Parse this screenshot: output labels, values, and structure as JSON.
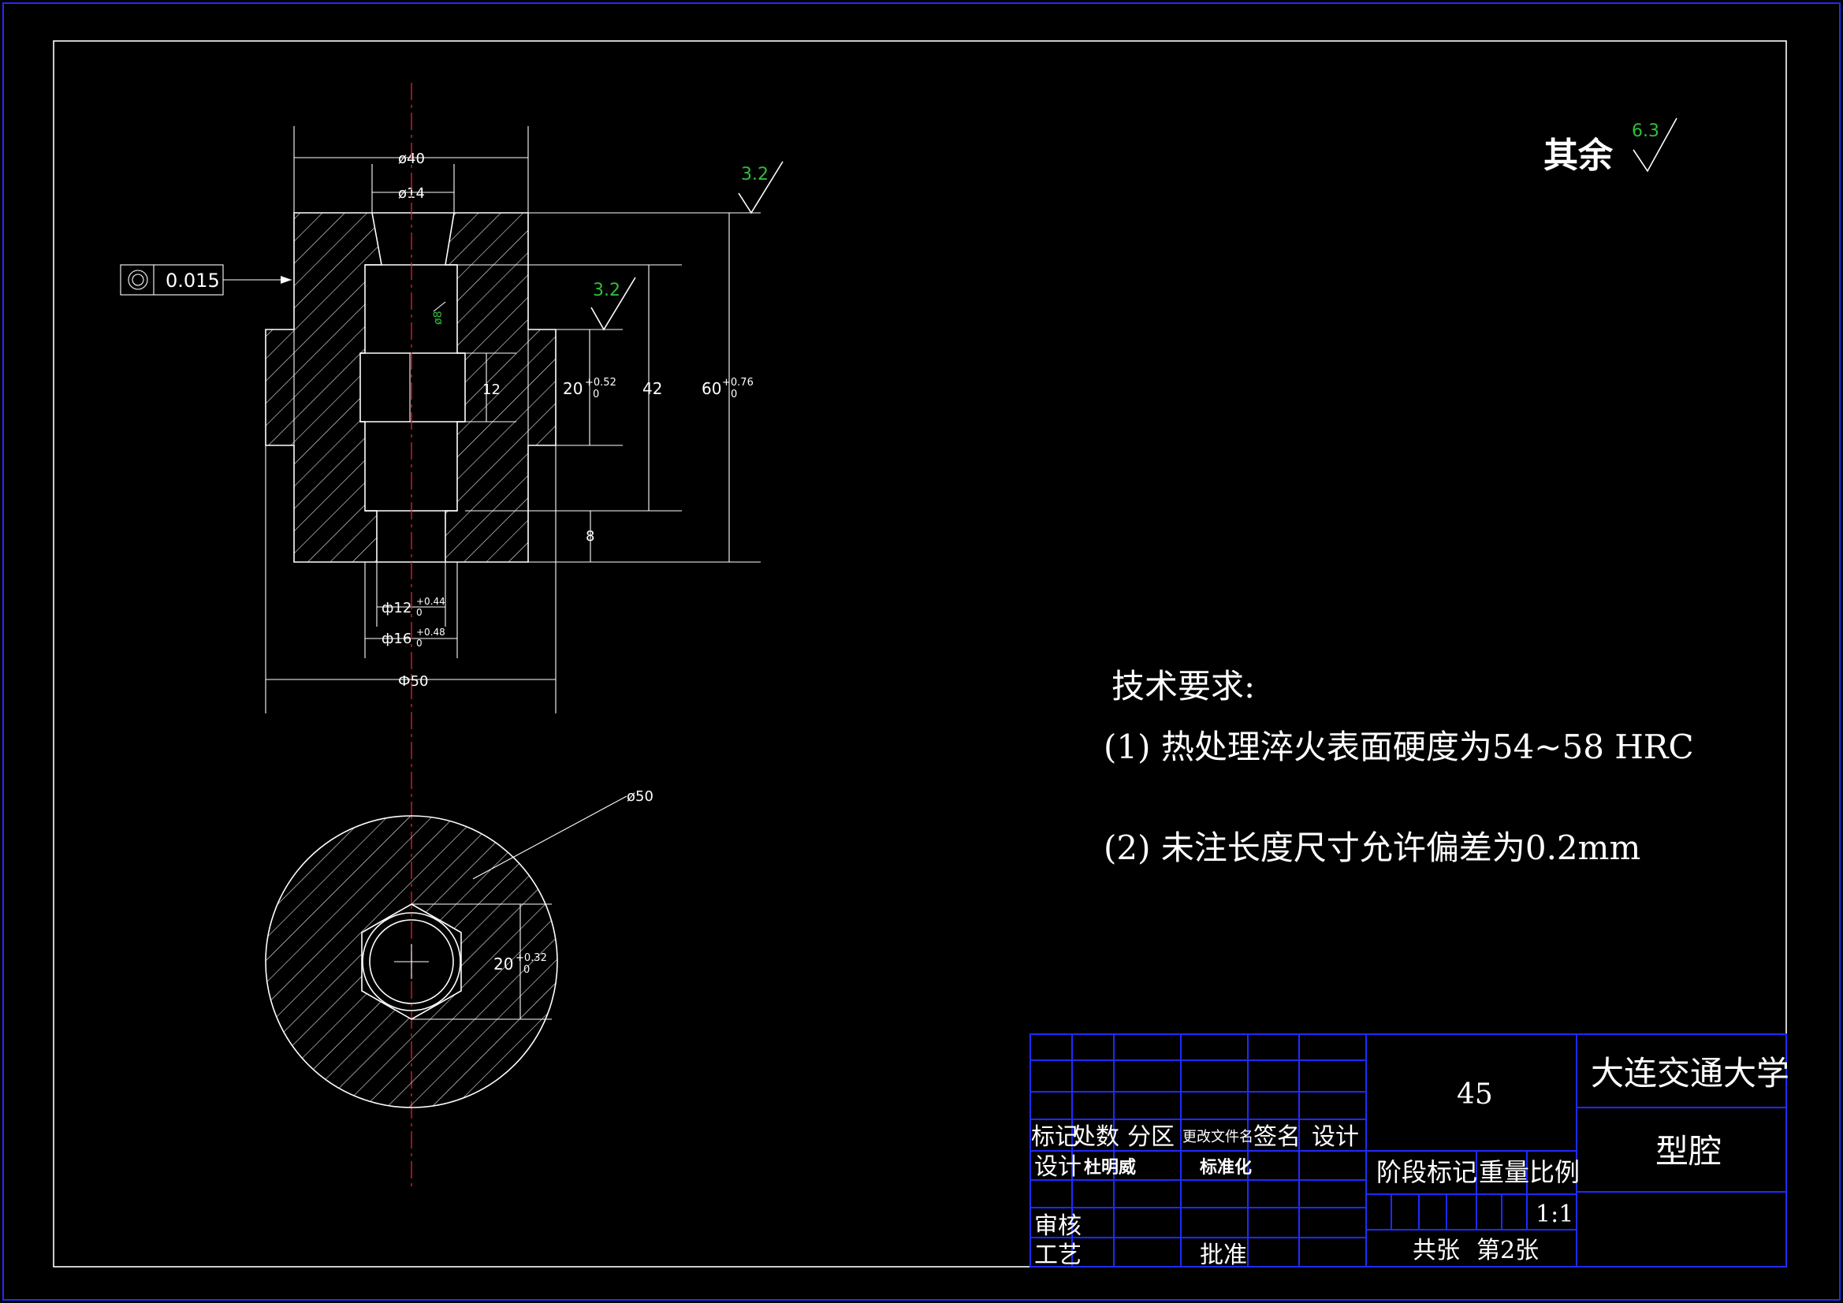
{
  "drawing": {
    "front_view_dims": {
      "top_outer": "ø40",
      "top_inner": "ø14",
      "concentricity_tol": "0.015",
      "bore_dim_vertical": "ø8",
      "height_12": "12",
      "height_20": "20",
      "height_20_tol_upper": "+0.52",
      "height_20_tol_lower": "0",
      "height_42": "42",
      "height_60": "60",
      "height_60_tol_upper": "+0.76",
      "height_60_tol_lower": "0",
      "height_8": "8",
      "dia_12": "ф12",
      "dia_12_tol_upper": "+0.44",
      "dia_12_tol_lower": "0",
      "dia_16": "ф16",
      "dia_16_tol_upper": "+0.48",
      "dia_16_tol_lower": "0",
      "dia_50": "Ф50"
    },
    "top_view_dims": {
      "dia_50": "ø50",
      "hex_20": "20",
      "hex_20_tol_upper": "+0.32",
      "hex_20_tol_lower": "0"
    },
    "roughness": {
      "top_face": "3.2",
      "shoulder": "3.2",
      "other_label": "其余",
      "other_value": "6.3"
    },
    "requirements": {
      "title": "技术要求:",
      "item1": "(1) 热处理淬火表面硬度为54~58 HRC",
      "item2": "(2) 未注长度尺寸允许偏差为0.2mm"
    },
    "title_block": {
      "material": "45",
      "university": "大连交通大学",
      "part_name": "型腔",
      "h_mark": "标记",
      "h_count": "处数",
      "h_zone": "分区",
      "h_docno": "更改文件名",
      "h_sign": "签名",
      "h_design_col": "设计",
      "r_design": "设计",
      "designer": "杜明威",
      "standardize": "标准化",
      "stage_mark": "阶段标记",
      "weight": "重量",
      "scale_label": "比例",
      "scale": "1:1",
      "review": "审核",
      "process": "工艺",
      "approve": "批准",
      "sheets_total": "共张",
      "sheet_no": "第2张"
    }
  }
}
